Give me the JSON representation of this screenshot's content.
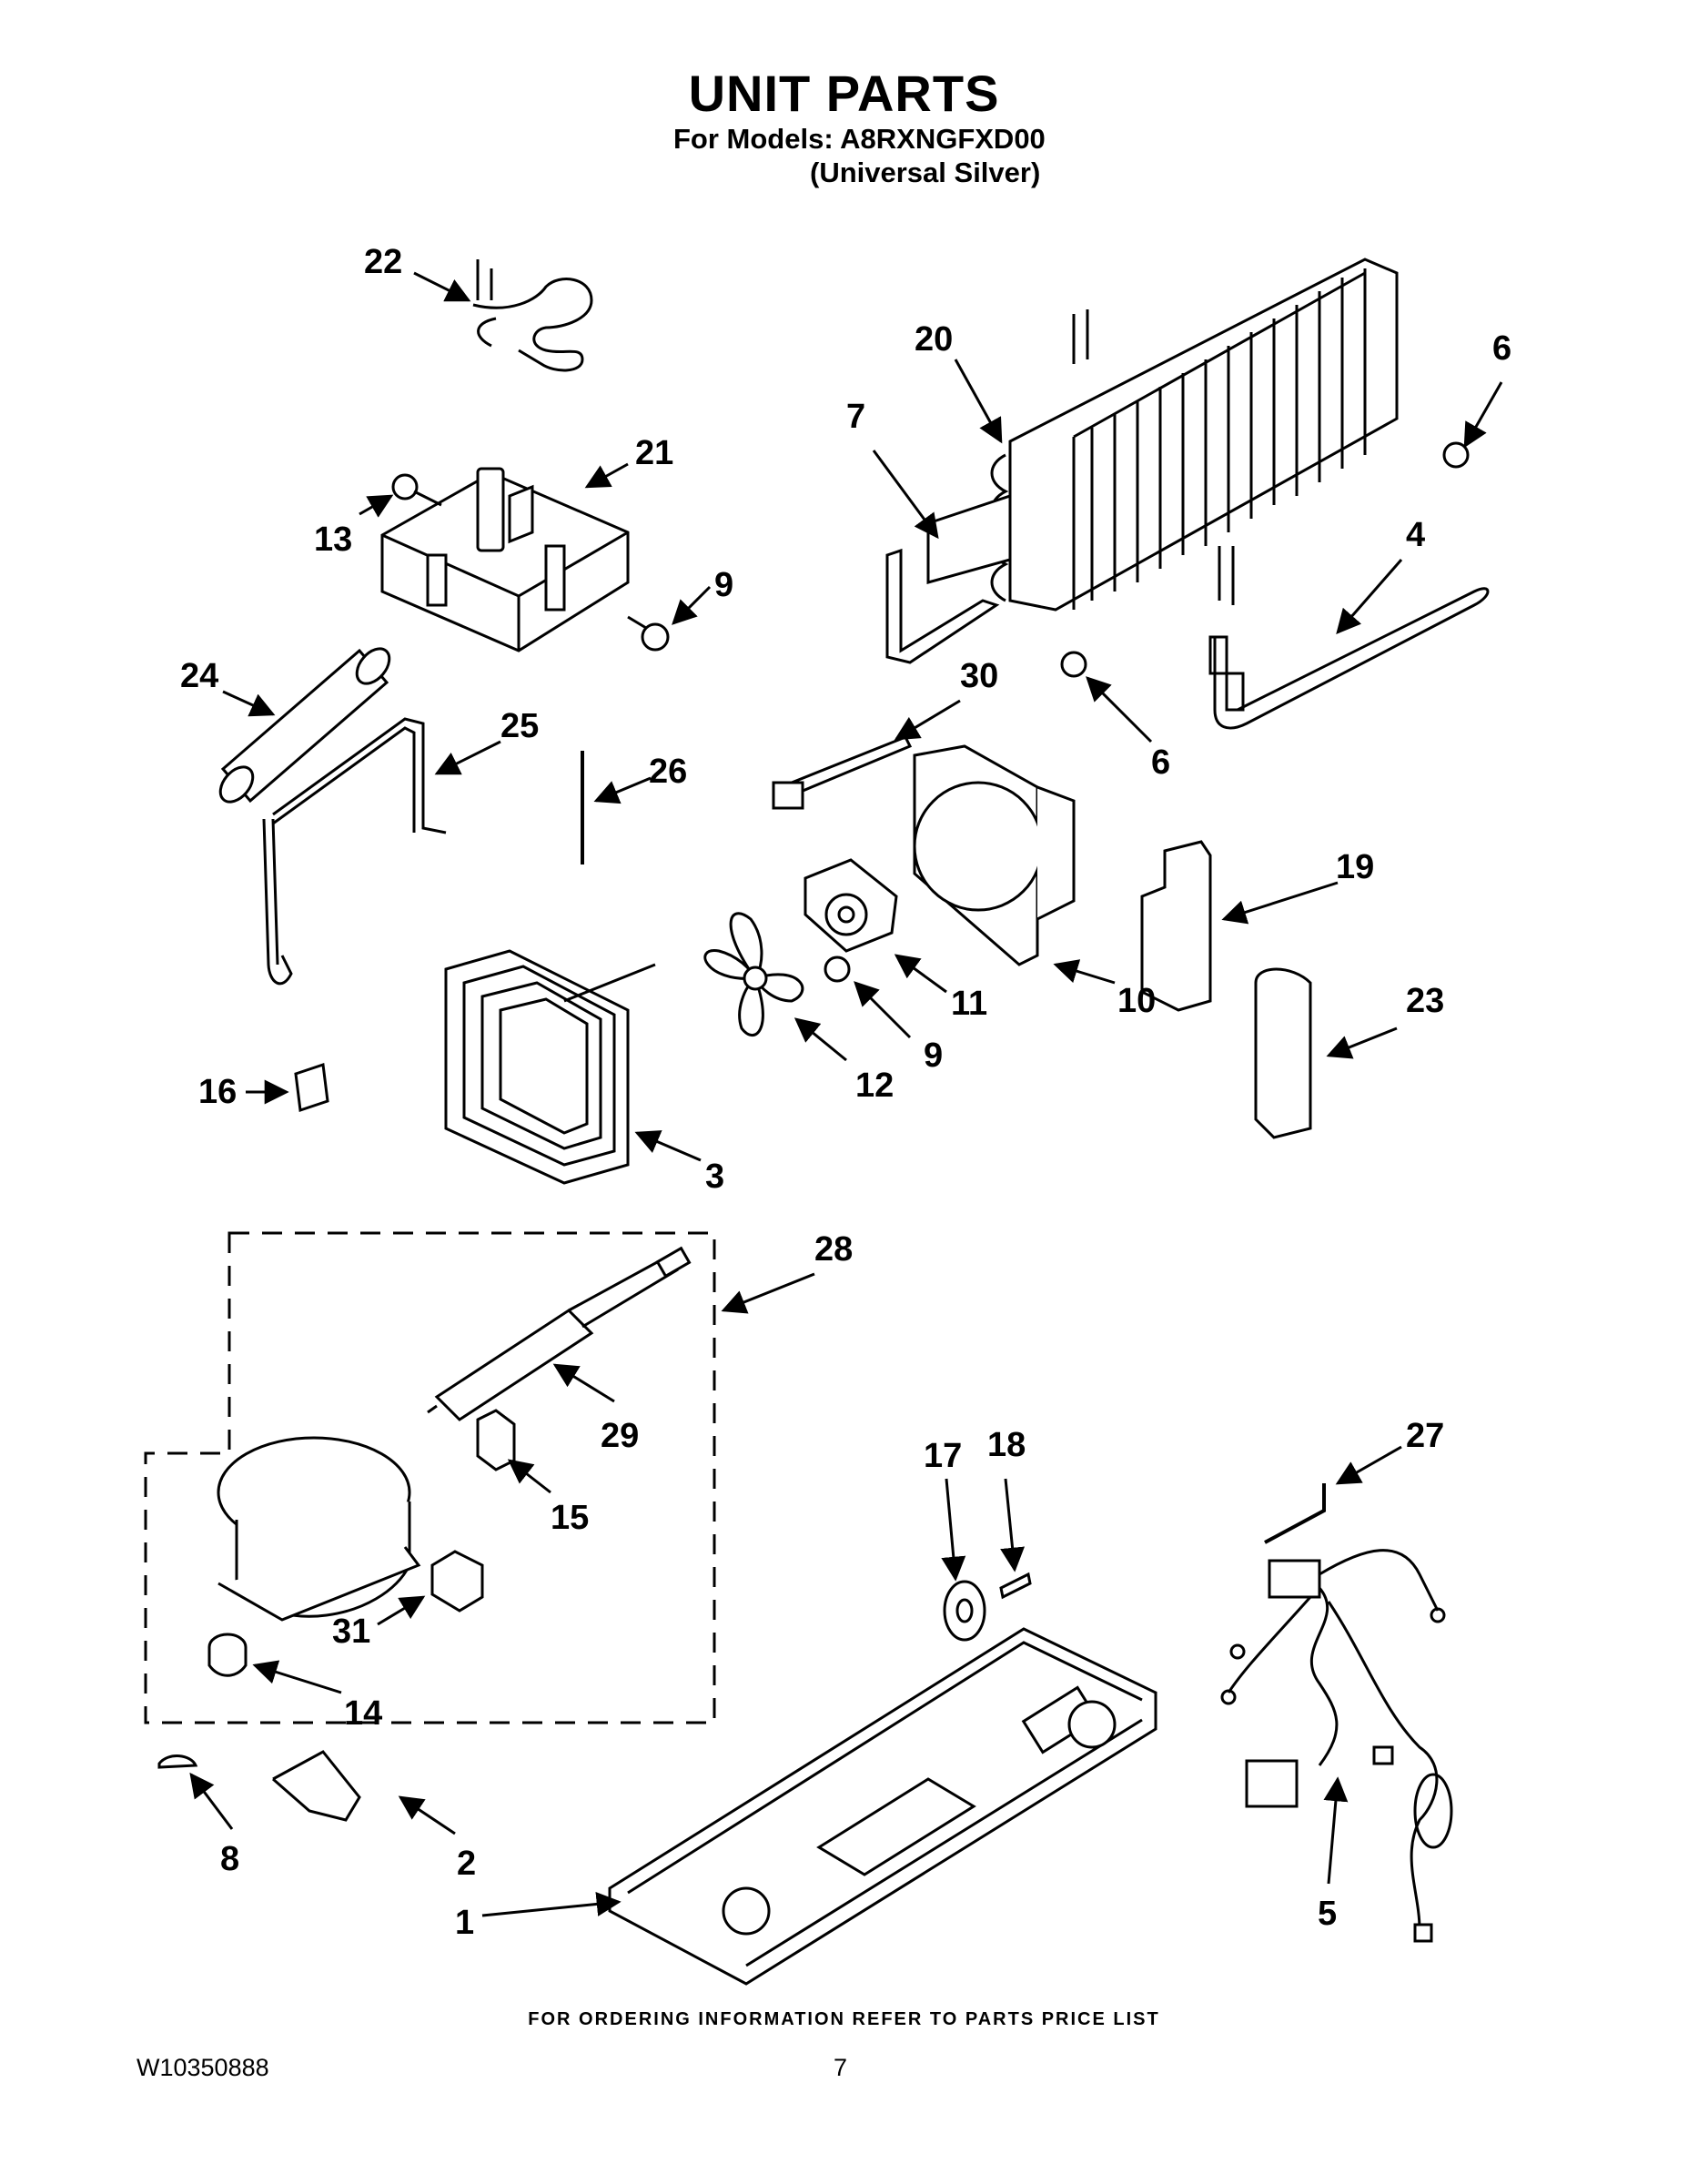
{
  "header": {
    "title": "UNIT PARTS",
    "models_line": "For Models: A8RXNGFXD00",
    "variant_line": "(Universal Silver)"
  },
  "callouts": {
    "p1": "1",
    "p2": "2",
    "p3": "3",
    "p4": "4",
    "p5": "5",
    "p6a": "6",
    "p6b": "6",
    "p7": "7",
    "p8": "8",
    "p9a": "9",
    "p9b": "9",
    "p10": "10",
    "p11": "11",
    "p12": "12",
    "p13": "13",
    "p14": "14",
    "p15": "15",
    "p16": "16",
    "p17": "17",
    "p18": "18",
    "p19": "19",
    "p20": "20",
    "p21": "21",
    "p22": "22",
    "p23": "23",
    "p24": "24",
    "p25": "25",
    "p26": "26",
    "p27": "27",
    "p28": "28",
    "p29": "29",
    "p30": "30",
    "p31": "31"
  },
  "footer": {
    "ordering_note": "FOR ORDERING INFORMATION REFER TO PARTS PRICE LIST",
    "document_number": "W10350888",
    "page_number": "7"
  }
}
